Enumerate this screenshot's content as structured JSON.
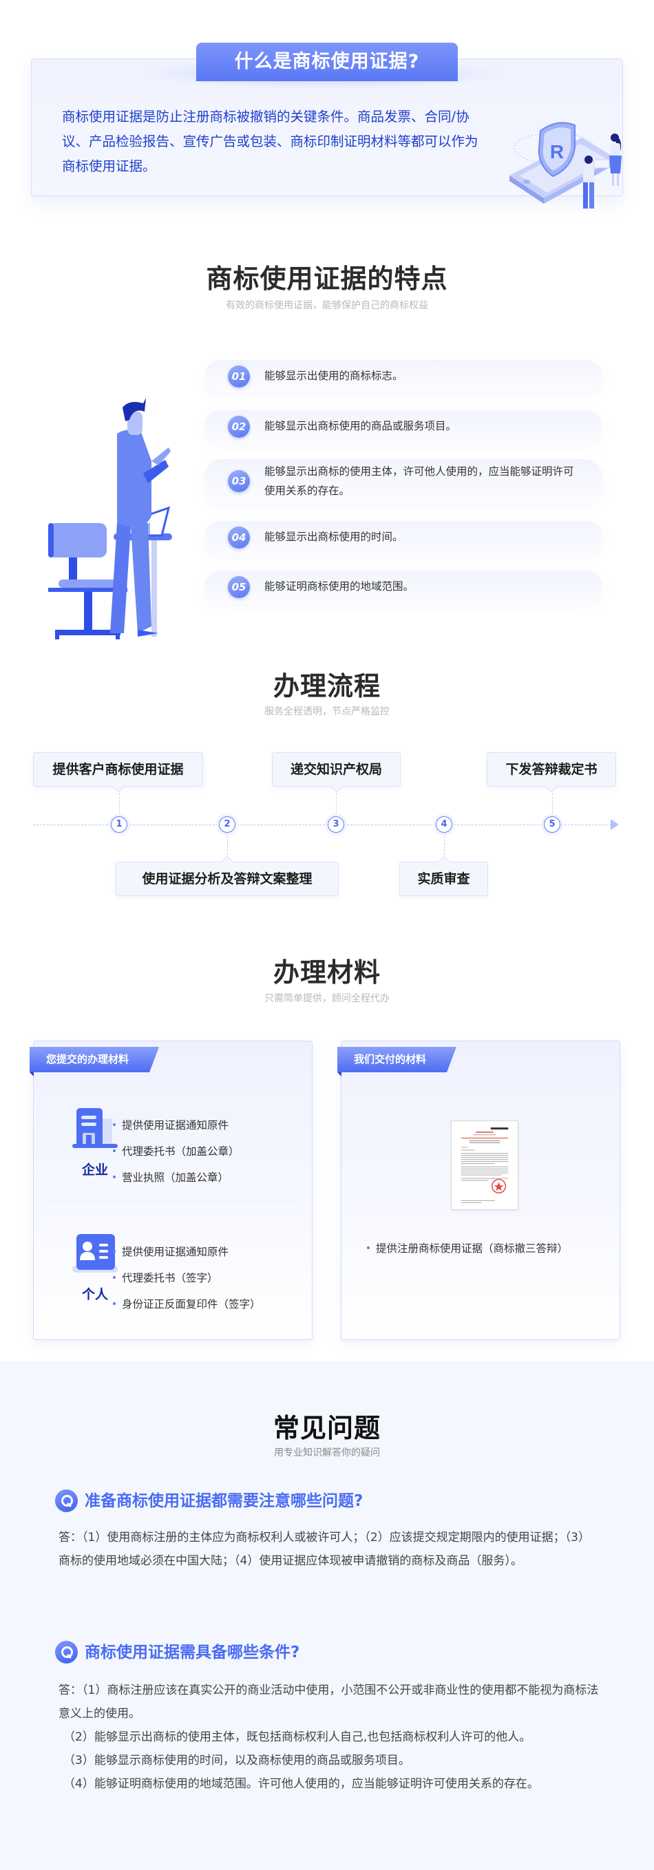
{
  "intro": {
    "badge_title": "什么是商标使用证据?",
    "text": "商标使用证据是防止注册商标被撤销的关键条件。商品发票、合同/协议、产品检验报告、宣传广告或包装、商标印制证明材料等都可以作为商标使用证据。",
    "illustration": "trademark-shield-phone-illustration"
  },
  "features": {
    "title": "商标使用证据的特点",
    "subtitle": "有效的商标使用证据，能够保护自己的商标权益",
    "illustration": "man-with-tablet-illustration",
    "items": [
      {
        "num": "01",
        "text": "能够显示出使用的商标标志。"
      },
      {
        "num": "02",
        "text": "能够显示出商标使用的商品或服务项目。"
      },
      {
        "num": "03",
        "text": "能够显示出商标的使用主体，许可他人使用的，应当能够证明许可使用关系的存在。"
      },
      {
        "num": "04",
        "text": "能够显示出商标使用的时间。"
      },
      {
        "num": "05",
        "text": "能够证明商标使用的地域范围。"
      }
    ]
  },
  "process": {
    "title": "办理流程",
    "subtitle": "服务全程透明，节点严格监控",
    "steps": [
      {
        "num": "1",
        "label": "提供客户商标使用证据",
        "position": "top"
      },
      {
        "num": "2",
        "label": "使用证据分析及答辩文案整理",
        "position": "bottom"
      },
      {
        "num": "3",
        "label": "递交知识产权局",
        "position": "top"
      },
      {
        "num": "4",
        "label": "实质审查",
        "position": "bottom"
      },
      {
        "num": "5",
        "label": "下发答辩裁定书",
        "position": "top"
      }
    ],
    "colors": {
      "accent": "#5b7cf3",
      "line": "#b6c4f6"
    }
  },
  "materials": {
    "title": "办理材料",
    "subtitle": "只需简单提供，顾问全程代办",
    "submit_card": {
      "tab": "您提交的办理材料",
      "groups": [
        {
          "label": "企业",
          "icon": "building-icon",
          "items": [
            "提供使用证据通知原件",
            "代理委托书（加盖公章）",
            "营业执照（加盖公章）"
          ]
        },
        {
          "label": "个人",
          "icon": "id-card-icon",
          "items": [
            "提供使用证据通知原件",
            "代理委托书（签字）",
            "身份证正反面复印件（签字）"
          ]
        }
      ]
    },
    "deliver_card": {
      "tab": "我们交付的材料",
      "document_icon": "document-thumbnail",
      "items": [
        "提供注册商标使用证据（商标撤三答辩）"
      ]
    }
  },
  "faq": {
    "title": "常见问题",
    "subtitle": "用专业知识解答你的疑问",
    "items": [
      {
        "question": "准备商标使用证据都需要注意哪些问题?",
        "answer": [
          "答：（1）使用商标注册的主体应为商标权利人或被许可人；（2）应该提交规定期限内的使用证据；（3）商标的使用地域必须在中国大陆；（4）使用证据应体现被申请撤销的商标及商品（服务）。"
        ]
      },
      {
        "question": "商标使用证据需具备哪些条件?",
        "answer": [
          "答：（1）商标注册应该在真实公开的商业活动中使用，小范围不公开或非商业性的使用都不能视为商标法意义上的使用。",
          "（2）能够显示出商标的使用主体，既包括商标权利人自己,也包括商标权利人许可的他人。",
          "（3）能够显示商标使用的时间，以及商标使用的商品或服务项目。",
          "（4）能够证明商标使用的地域范围。许可他人使用的，应当能够证明许可使用关系的存在。"
        ]
      }
    ],
    "colors": {
      "question": "#4a6cf4",
      "background": "#f4f7fe"
    }
  }
}
